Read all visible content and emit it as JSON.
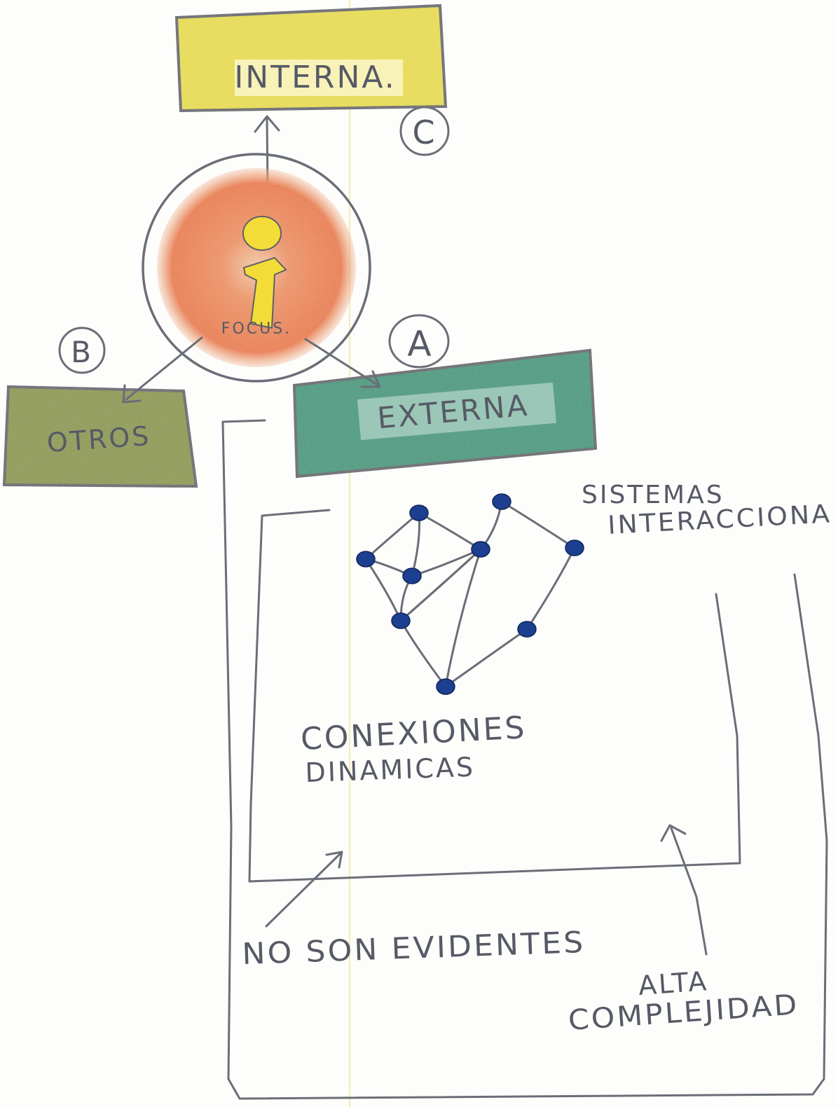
{
  "diagram": {
    "boxes": {
      "interna": {
        "label": "INTERNA.",
        "color": "#f0e33a",
        "marker": "C"
      },
      "externa": {
        "label": "EXTERNA",
        "color": "#2f9a7a",
        "marker": "A"
      },
      "otros": {
        "label": "OTROS",
        "color": "#8c9a3c",
        "marker": "B"
      }
    },
    "focus": {
      "label": "FOCUS.",
      "glow_color": "#f2793a",
      "figure_color": "#f3dc38"
    },
    "labels": {
      "sistemas_line1": "SISTEMAS",
      "sistemas_line2": "INTERACCIONA",
      "conexiones_line1": "CONEXIONES",
      "conexiones_line2": "DINAMICAS",
      "no_son_evidentes": "NO SON EVIDENTES",
      "alta": "ALTA",
      "complejidad": "COMPLEJIDAD"
    },
    "network_color": "#1d3f8f",
    "pencil_color": "#6a6e78"
  }
}
